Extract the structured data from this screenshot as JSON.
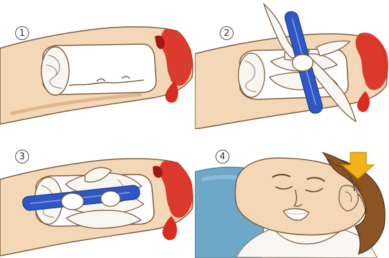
{
  "steps": [
    {
      "number": "1"
    },
    {
      "number": "2"
    },
    {
      "number": "3"
    },
    {
      "number": "4"
    }
  ],
  "colors": {
    "skin": "#f3d7b6",
    "skin_shadow": "#d9b083",
    "outline": "#7a5a3a",
    "blood": "#d92b1f",
    "blood_dark": "#a31812",
    "bandage": "#f8f6f1",
    "stick": "#2f57c4",
    "pillow": "#6fa7c7",
    "hair": "#8a5425",
    "arrow": "#f2b318"
  },
  "icons": {
    "indicator_arrow": "down-arrow-icon"
  }
}
